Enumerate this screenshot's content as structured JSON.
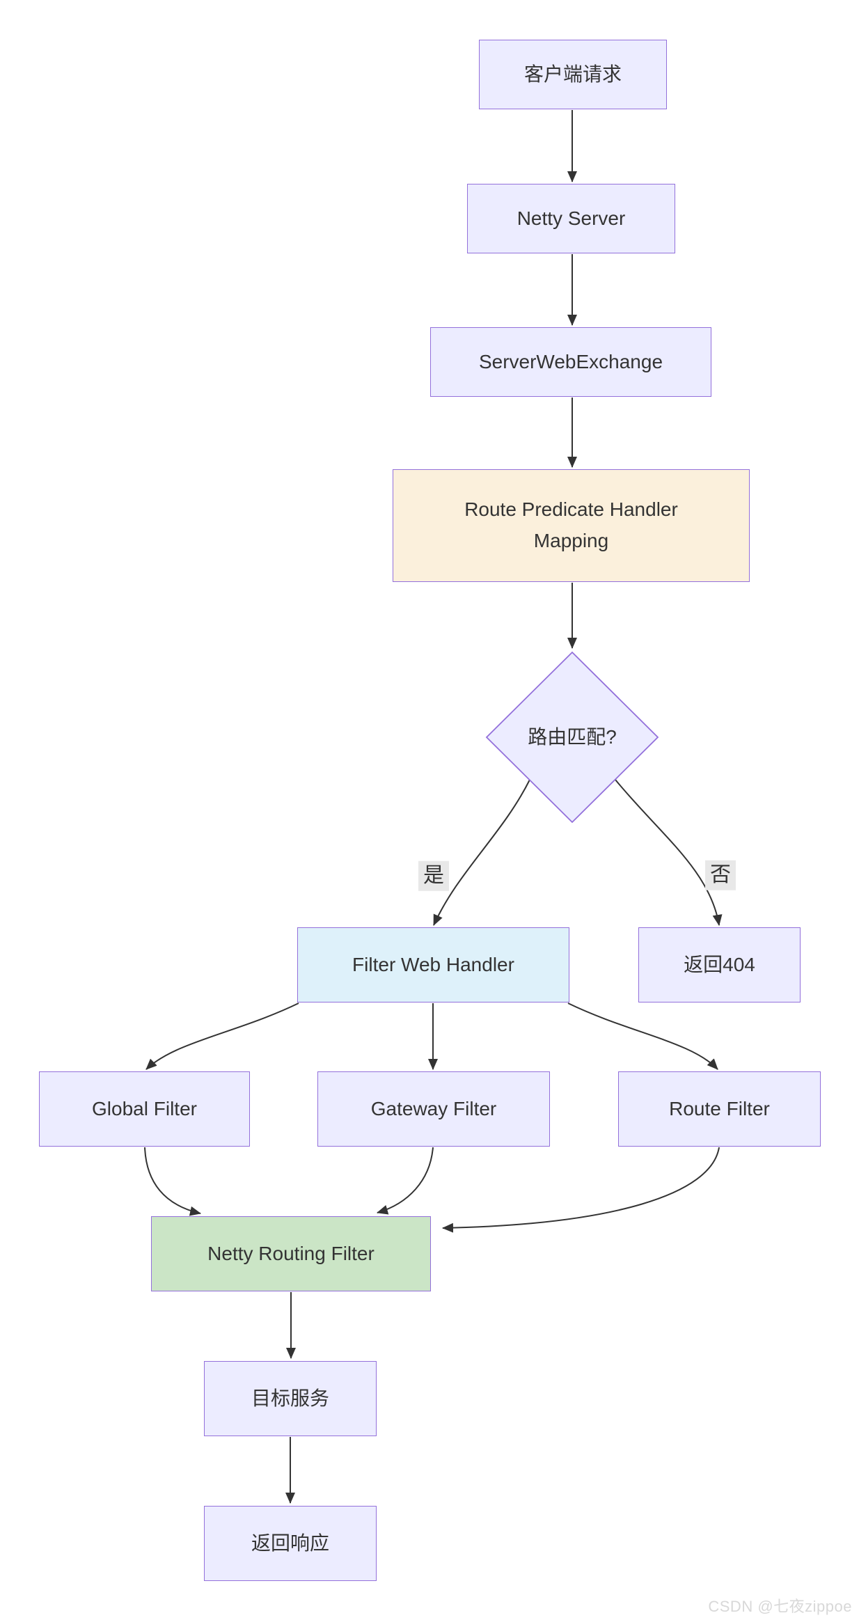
{
  "page": {
    "background": "#FFFFFF"
  },
  "palette": {
    "node_fill": "#ECECFF",
    "node_border": "#9370DB",
    "emphasis_fill_orange": "#FBF0DC",
    "emphasis_fill_blue": "#DEF1FA",
    "emphasis_fill_green": "#CBE5C6",
    "edge_color": "#333333",
    "text_color": "#333333",
    "edge_label_bg": "#E8E8E8",
    "watermark_color": "#D8D8D8"
  },
  "nodes": {
    "client_request": {
      "label": "客户端请求"
    },
    "netty_server": {
      "label": "Netty Server"
    },
    "server_web_exchange": {
      "label": "ServerWebExchange"
    },
    "route_predicate_handler_mapping": {
      "label": "Route Predicate Handler Mapping"
    },
    "route_match_decision": {
      "label": "路由匹配?"
    },
    "filter_web_handler": {
      "label": "Filter Web Handler"
    },
    "return_404": {
      "label": "返回404"
    },
    "global_filter": {
      "label": "Global Filter"
    },
    "gateway_filter": {
      "label": "Gateway Filter"
    },
    "route_filter": {
      "label": "Route Filter"
    },
    "netty_routing_filter": {
      "label": "Netty Routing Filter"
    },
    "target_service": {
      "label": "目标服务"
    },
    "return_response": {
      "label": "返回响应"
    }
  },
  "edge_labels": {
    "yes": {
      "label": "是"
    },
    "no": {
      "label": "否"
    }
  },
  "watermark": {
    "text": "CSDN @七夜zippoe"
  }
}
